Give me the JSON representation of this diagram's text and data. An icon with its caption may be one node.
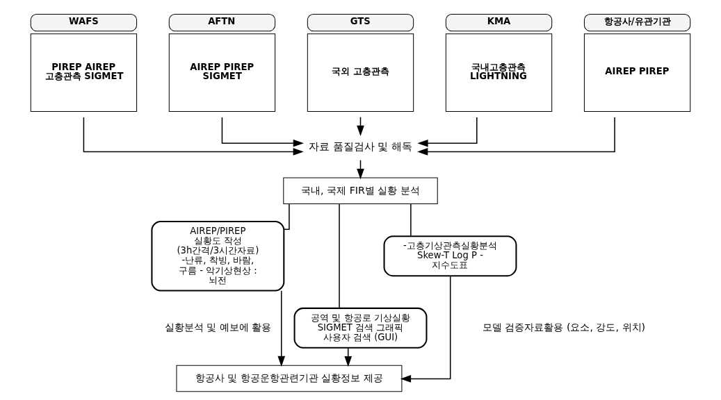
{
  "diagram": {
    "nodes": [
      {
        "text": [
          "WAFS",
          "PIREP AIREP 고층관측 SIGMET"
        ]
      },
      {
        "text": [
          "AFTN",
          "AIREP PIREP SIGMET"
        ]
      },
      {
        "text": [
          "GTS",
          "국외 고층관측"
        ]
      },
      {
        "text": [
          "KMA",
          "국내고층관측 LIGHTNING"
        ]
      },
      {
        "text": [
          "항공사/유관기관",
          "AIREP PIREP"
        ]
      },
      {
        "text": [
          "자료 품질검사 및 해독"
        ]
      },
      {
        "text": [
          "국내, 국제 FIR별 실황 분석"
        ]
      },
      {
        "text": [
          "AIREP/PIREP 실황도 작성 (3h간격/3시간자료) -난류, 착빙, 바람, 구름 - 악기상현상 : 뇌전"
        ]
      },
      {
        "text": [
          "공역 및 항공로 기상실황 SIGMET 검색 그래픽 사용자 검색 (GUI)"
        ]
      },
      {
        "text": [
          "-고층기상관측실황분석 Skew-T Log P - 지수도표"
        ]
      },
      {
        "text": [
          "항공사 및 항공운항관련기관 실황정보 제공"
        ]
      }
    ],
    "edges": [
      {
        "from": 0,
        "to": 5,
        "arrow": "to"
      },
      {
        "from": 1,
        "to": 5,
        "arrow": "to"
      },
      {
        "from": 2,
        "to": 5,
        "arrow": "to"
      },
      {
        "from": 3,
        "to": 5,
        "arrow": "to"
      },
      {
        "from": 4,
        "to": 5,
        "arrow": "to"
      },
      {
        "from": 5,
        "to": 6,
        "arrow": "to"
      },
      {
        "from": 6,
        "to": 7,
        "arrow": "none"
      },
      {
        "from": 6,
        "to": 8,
        "arrow": "none"
      },
      {
        "from": 6,
        "to": 9,
        "arrow": "none"
      },
      {
        "from": 7,
        "to": 10,
        "arrow": "to"
      },
      {
        "from": 8,
        "to": 10,
        "arrow": "to"
      },
      {
        "from": 9,
        "to": 10,
        "arrow": "to"
      }
    ],
    "labels": [
      "실황분석 및 예보에 활용",
      "모델 검증자료활용 (요소, 강도, 위치)"
    ]
  }
}
